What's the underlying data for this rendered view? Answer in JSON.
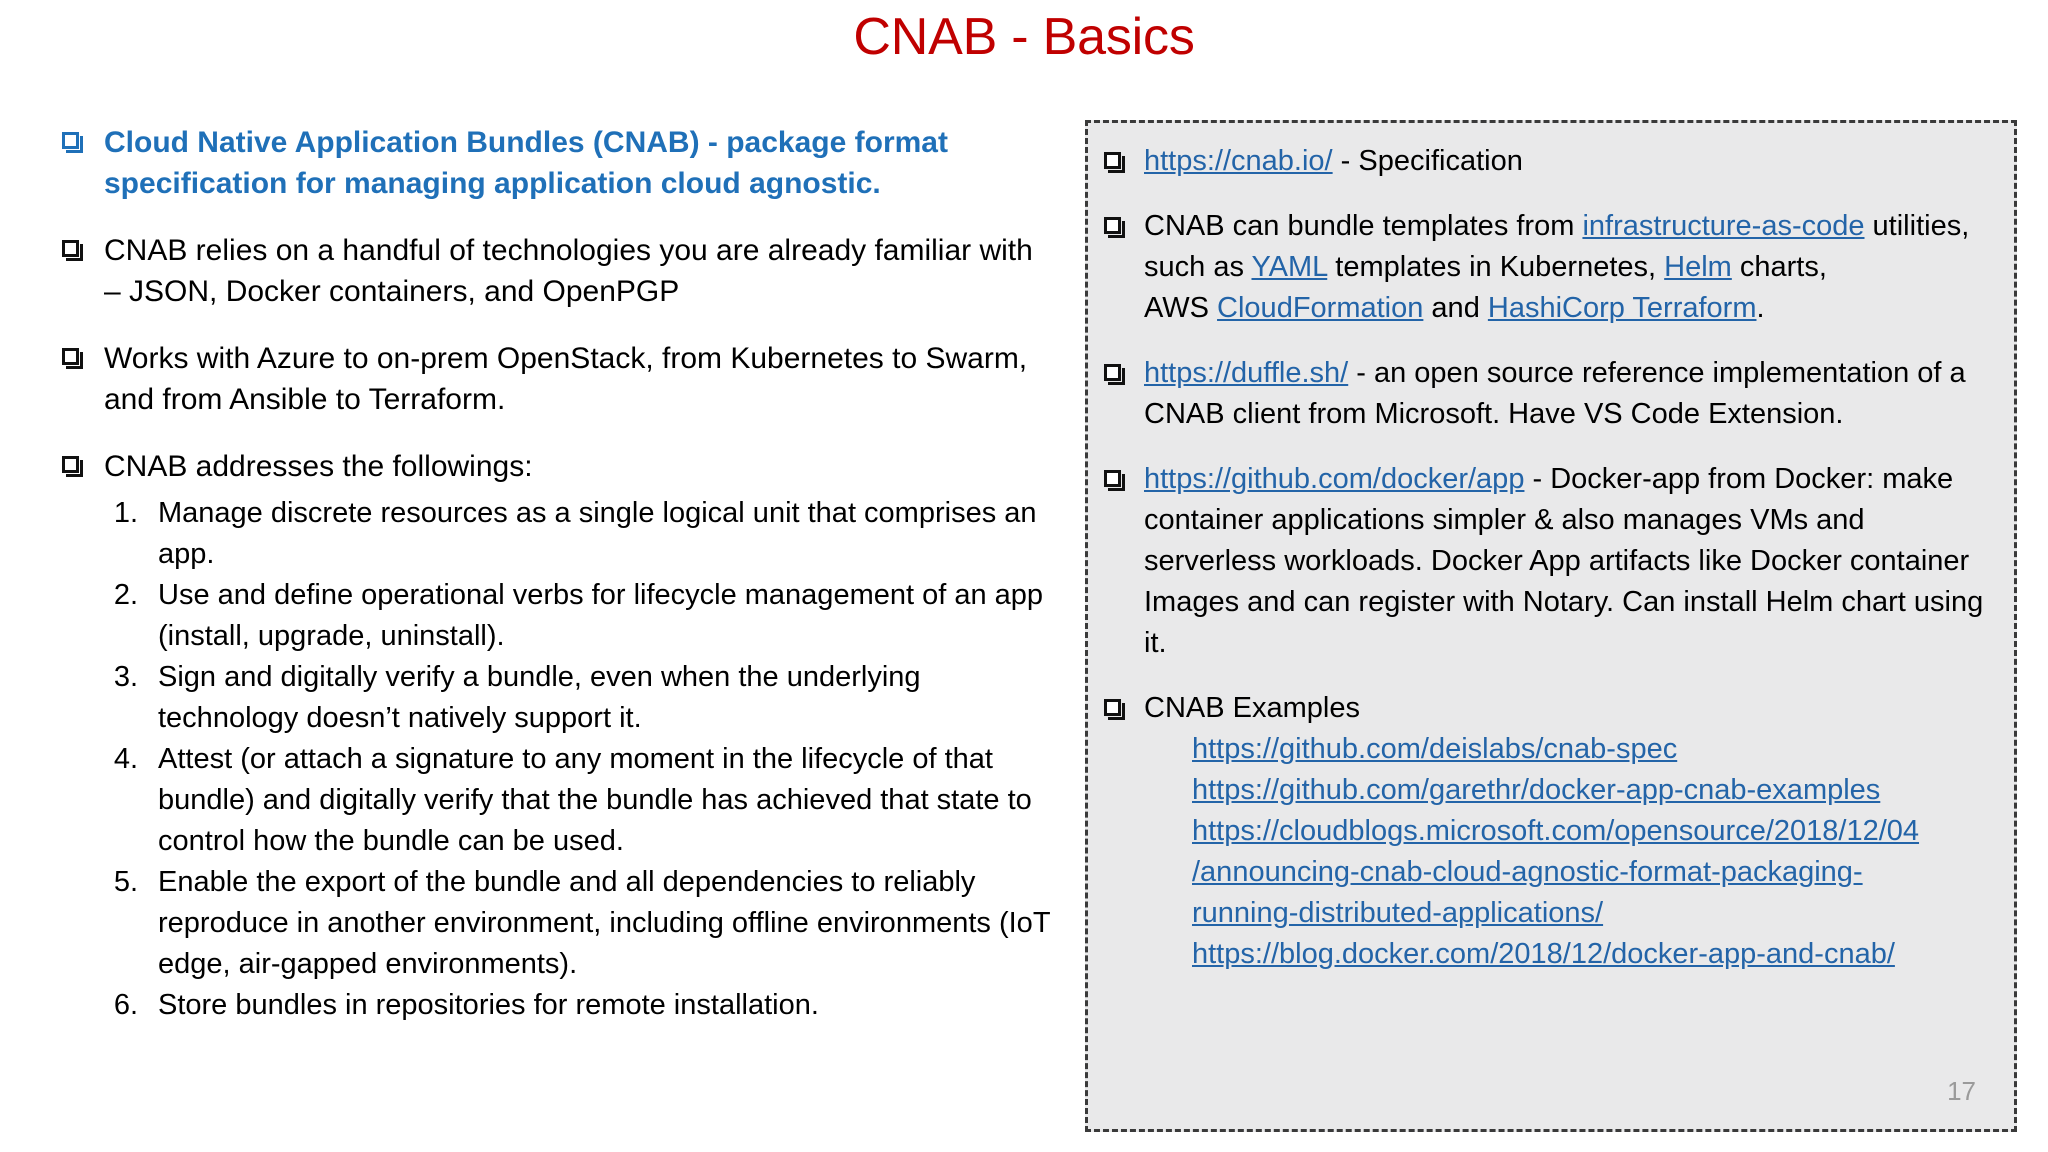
{
  "slide": {
    "title": "CNAB - Basics",
    "title_color": "#C00000",
    "accent_color": "#1F70B8",
    "link_color": "#2364A8",
    "panel_bg": "#E9E9EA",
    "number": "17"
  },
  "left": {
    "bullets": [
      {
        "text": "Cloud Native Application Bundles (CNAB) - package format specification for managing application cloud agnostic.",
        "style": "accent"
      },
      {
        "text": "CNAB relies on a handful of technologies you are already familiar with – JSON, Docker containers, and OpenPGP",
        "style": "normal"
      },
      {
        "text": "Works with Azure to on-prem OpenStack, from Kubernetes to Swarm, and from Ansible to Terraform.",
        "style": "normal"
      },
      {
        "text": "CNAB addresses the followings:",
        "style": "normal"
      }
    ],
    "numbered": [
      {
        "n": "1.",
        "text": "Manage discrete resources as a single logical unit that comprises an app."
      },
      {
        "n": "2.",
        "text": "Use and define operational verbs for lifecycle management of an app (install, upgrade, uninstall)."
      },
      {
        "n": "3.",
        "text": "Sign and digitally verify a bundle, even when the underlying technology doesn’t natively support it."
      },
      {
        "n": "4.",
        "text": "Attest (or attach a signature to any moment in the lifecycle of that bundle) and digitally verify that the bundle has achieved that state to control how the bundle can be used."
      },
      {
        "n": "5.",
        "text": "Enable the export of the bundle and all dependencies to reliably reproduce in another environment, including offline environments (IoT edge, air-gapped environments)."
      },
      {
        "n": "6.",
        "text": "Store bundles in repositories for remote installation."
      }
    ]
  },
  "right": {
    "item1": {
      "link": "https://cnab.io/",
      "suffix": " - Specification"
    },
    "item2": {
      "p1": "CNAB can bundle templates from ",
      "l1": "infrastructure-as-code",
      "p2": " utilities, such as ",
      "l2": "YAML",
      "p3": " templates in Kubernetes, ",
      "l3": "Helm",
      "p4": " charts,",
      "p5": "AWS ",
      "l4": "CloudFormation",
      "p6": " and ",
      "l5": "HashiCorp Terraform",
      "p7": "."
    },
    "item3": {
      "link": "https://duffle.sh/",
      "suffix": " - an open source reference implementation of a CNAB client from Microsoft. Have VS Code Extension."
    },
    "item4": {
      "link": "https://github.com/docker/app",
      "suffix": " - Docker-app from Docker: make container applications simpler & also manages VMs and serverless workloads. Docker App artifacts like Docker container Images and can register with Notary.  Can install Helm chart using it."
    },
    "item5": {
      "heading": "CNAB Examples",
      "links": [
        "https://github.com/deislabs/cnab-spec",
        "https://github.com/garethr/docker-app-cnab-examples"
      ],
      "long_link_lines": [
        "https://cloudblogs.microsoft.com/opensource/2018/12/04",
        "/announcing-cnab-cloud-agnostic-format-packaging-",
        "running-distributed-applications/"
      ],
      "last_link": "https://blog.docker.com/2018/12/docker-app-and-cnab/"
    }
  }
}
